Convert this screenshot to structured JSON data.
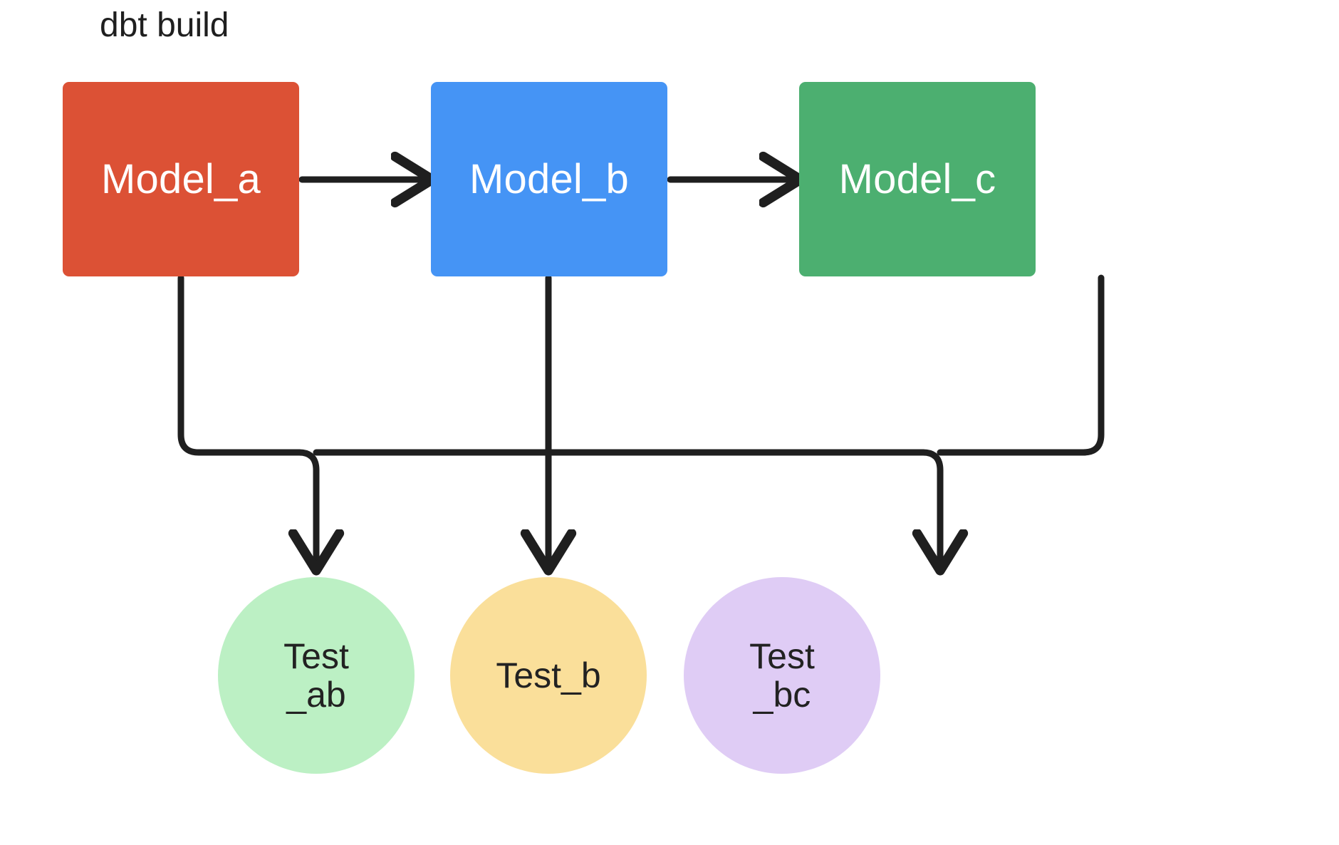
{
  "diagram": {
    "title": "dbt build",
    "type": "dag",
    "background_color": "#ffffff",
    "edge_color": "#1f1f1f"
  },
  "models": [
    {
      "id": "model_a",
      "label": "Model_a",
      "color": "#DC5135",
      "text_color": "#ffffff",
      "shape": "rounded-rect"
    },
    {
      "id": "model_b",
      "label": "Model_b",
      "color": "#4594F5",
      "text_color": "#ffffff",
      "shape": "rounded-rect"
    },
    {
      "id": "model_c",
      "label": "Model_c",
      "color": "#4CAF70",
      "text_color": "#ffffff",
      "shape": "rounded-rect"
    }
  ],
  "tests": [
    {
      "id": "test_ab",
      "label": "Test\n_ab",
      "color": "#BCF0C4",
      "text_color": "#222222",
      "shape": "circle"
    },
    {
      "id": "test_b",
      "label": "Test_b",
      "color": "#FADF9A",
      "text_color": "#222222",
      "shape": "circle"
    },
    {
      "id": "test_bc",
      "label": "Test\n_bc",
      "color": "#DFCCF5",
      "text_color": "#222222",
      "shape": "circle"
    }
  ],
  "edges": [
    {
      "from": "model_a",
      "to": "model_b",
      "style": "straight-arrow"
    },
    {
      "from": "model_b",
      "to": "model_c",
      "style": "straight-arrow"
    },
    {
      "from": "model_a",
      "to": "test_ab",
      "style": "elbow-arrow"
    },
    {
      "from": "model_b",
      "to": "test_ab",
      "style": "elbow-arrow"
    },
    {
      "from": "model_b",
      "to": "test_b",
      "style": "straight-arrow"
    },
    {
      "from": "model_b",
      "to": "test_bc",
      "style": "elbow-arrow"
    },
    {
      "from": "model_c",
      "to": "test_bc",
      "style": "elbow-arrow"
    }
  ]
}
